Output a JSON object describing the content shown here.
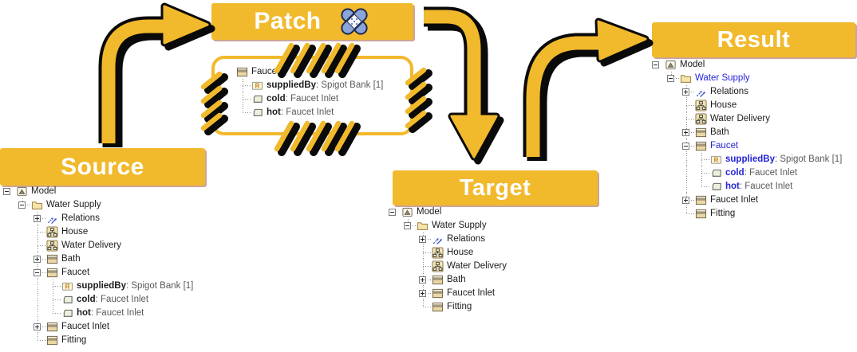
{
  "colors": {
    "gold": "#F1B92C",
    "change_blue": "#2424D8",
    "suffix_gray": "#5a5a5a",
    "banner_text": "#ffffff",
    "bandaid_blue": "#8CA5D8"
  },
  "banners": {
    "source": "Source",
    "patch": "Patch",
    "target": "Target",
    "result": "Result"
  },
  "trees": {
    "patch": {
      "rows": [
        {
          "label": "Faucet",
          "suffix": "",
          "icon": "class",
          "expand": "none",
          "conn": "none",
          "guides": [],
          "bold": false,
          "blue": false
        },
        {
          "label": "suppliedBy",
          "suffix": " : Spigot Bank [1]",
          "icon": "ref",
          "expand": "none",
          "conn": "mid",
          "guides": [],
          "bold": true,
          "blue": false
        },
        {
          "label": "cold",
          "suffix": " : Faucet Inlet",
          "icon": "attr",
          "expand": "none",
          "conn": "mid",
          "guides": [],
          "bold": true,
          "blue": false
        },
        {
          "label": "hot",
          "suffix": " : Faucet Inlet",
          "icon": "attr",
          "expand": "none",
          "conn": "last",
          "guides": [],
          "bold": true,
          "blue": false
        }
      ]
    },
    "source": {
      "rows": [
        {
          "label": "Model",
          "suffix": "",
          "icon": "model",
          "expand": "minus",
          "conn": "root",
          "guides": [],
          "bold": false,
          "blue": false
        },
        {
          "label": "Water Supply",
          "suffix": "",
          "icon": "folder",
          "expand": "minus",
          "conn": "last",
          "guides": [
            "b"
          ],
          "bold": false,
          "blue": false
        },
        {
          "label": "Relations",
          "suffix": "",
          "icon": "relations",
          "expand": "plus",
          "conn": "mid",
          "guides": [
            "b",
            "b"
          ],
          "bold": false,
          "blue": false
        },
        {
          "label": "House",
          "suffix": "",
          "icon": "node",
          "expand": "none",
          "conn": "mid",
          "guides": [
            "b",
            "b"
          ],
          "bold": false,
          "blue": false
        },
        {
          "label": "Water Delivery",
          "suffix": "",
          "icon": "node",
          "expand": "none",
          "conn": "mid",
          "guides": [
            "b",
            "b"
          ],
          "bold": false,
          "blue": false
        },
        {
          "label": "Bath",
          "suffix": "",
          "icon": "class",
          "expand": "plus",
          "conn": "mid",
          "guides": [
            "b",
            "b"
          ],
          "bold": false,
          "blue": false
        },
        {
          "label": "Faucet",
          "suffix": "",
          "icon": "class",
          "expand": "minus",
          "conn": "mid",
          "guides": [
            "b",
            "b"
          ],
          "bold": false,
          "blue": false
        },
        {
          "label": "suppliedBy",
          "suffix": " : Spigot Bank [1]",
          "icon": "ref",
          "expand": "none",
          "conn": "mid",
          "guides": [
            "b",
            "b",
            "v"
          ],
          "bold": true,
          "blue": false
        },
        {
          "label": "cold",
          "suffix": " : Faucet Inlet",
          "icon": "attr",
          "expand": "none",
          "conn": "mid",
          "guides": [
            "b",
            "b",
            "v"
          ],
          "bold": true,
          "blue": false
        },
        {
          "label": "hot",
          "suffix": " : Faucet Inlet",
          "icon": "attr",
          "expand": "none",
          "conn": "last",
          "guides": [
            "b",
            "b",
            "v"
          ],
          "bold": true,
          "blue": false
        },
        {
          "label": "Faucet Inlet",
          "suffix": "",
          "icon": "class",
          "expand": "plus",
          "conn": "mid",
          "guides": [
            "b",
            "b"
          ],
          "bold": false,
          "blue": false
        },
        {
          "label": "Fitting",
          "suffix": "",
          "icon": "class",
          "expand": "none",
          "conn": "last",
          "guides": [
            "b",
            "b"
          ],
          "bold": false,
          "blue": false
        }
      ]
    },
    "target": {
      "rows": [
        {
          "label": "Model",
          "suffix": "",
          "icon": "model",
          "expand": "minus",
          "conn": "root",
          "guides": [],
          "bold": false,
          "blue": false
        },
        {
          "label": "Water Supply",
          "suffix": "",
          "icon": "folder",
          "expand": "minus",
          "conn": "last",
          "guides": [
            "b"
          ],
          "bold": false,
          "blue": false
        },
        {
          "label": "Relations",
          "suffix": "",
          "icon": "relations",
          "expand": "plus",
          "conn": "mid",
          "guides": [
            "b",
            "b"
          ],
          "bold": false,
          "blue": false
        },
        {
          "label": "House",
          "suffix": "",
          "icon": "node",
          "expand": "none",
          "conn": "mid",
          "guides": [
            "b",
            "b"
          ],
          "bold": false,
          "blue": false
        },
        {
          "label": "Water Delivery",
          "suffix": "",
          "icon": "node",
          "expand": "none",
          "conn": "mid",
          "guides": [
            "b",
            "b"
          ],
          "bold": false,
          "blue": false
        },
        {
          "label": "Bath",
          "suffix": "",
          "icon": "class",
          "expand": "plus",
          "conn": "mid",
          "guides": [
            "b",
            "b"
          ],
          "bold": false,
          "blue": false
        },
        {
          "label": "Faucet Inlet",
          "suffix": "",
          "icon": "class",
          "expand": "plus",
          "conn": "mid",
          "guides": [
            "b",
            "b"
          ],
          "bold": false,
          "blue": false
        },
        {
          "label": "Fitting",
          "suffix": "",
          "icon": "class",
          "expand": "none",
          "conn": "last",
          "guides": [
            "b",
            "b"
          ],
          "bold": false,
          "blue": false
        }
      ]
    },
    "result": {
      "rows": [
        {
          "label": "Model",
          "suffix": "",
          "icon": "model",
          "expand": "minus",
          "conn": "root",
          "guides": [],
          "bold": false,
          "blue": false
        },
        {
          "label": "Water Supply",
          "suffix": "",
          "icon": "folder",
          "expand": "minus",
          "conn": "last",
          "guides": [
            "b"
          ],
          "bold": false,
          "blue": true
        },
        {
          "label": "Relations",
          "suffix": "",
          "icon": "relations",
          "expand": "plus",
          "conn": "mid",
          "guides": [
            "b",
            "b"
          ],
          "bold": false,
          "blue": false
        },
        {
          "label": "House",
          "suffix": "",
          "icon": "node",
          "expand": "none",
          "conn": "mid",
          "guides": [
            "b",
            "b"
          ],
          "bold": false,
          "blue": false
        },
        {
          "label": "Water Delivery",
          "suffix": "",
          "icon": "node",
          "expand": "none",
          "conn": "mid",
          "guides": [
            "b",
            "b"
          ],
          "bold": false,
          "blue": false
        },
        {
          "label": "Bath",
          "suffix": "",
          "icon": "class",
          "expand": "plus",
          "conn": "mid",
          "guides": [
            "b",
            "b"
          ],
          "bold": false,
          "blue": false
        },
        {
          "label": "Faucet",
          "suffix": "",
          "icon": "class",
          "expand": "minus",
          "conn": "mid",
          "guides": [
            "b",
            "b"
          ],
          "bold": false,
          "blue": true
        },
        {
          "label": "suppliedBy",
          "suffix": " : Spigot Bank [1]",
          "icon": "ref",
          "expand": "none",
          "conn": "mid",
          "guides": [
            "b",
            "b",
            "v"
          ],
          "bold": true,
          "blue": true
        },
        {
          "label": "cold",
          "suffix": " : Faucet Inlet",
          "icon": "attr",
          "expand": "none",
          "conn": "mid",
          "guides": [
            "b",
            "b",
            "v"
          ],
          "bold": true,
          "blue": true
        },
        {
          "label": "hot",
          "suffix": " : Faucet Inlet",
          "icon": "attr",
          "expand": "none",
          "conn": "last",
          "guides": [
            "b",
            "b",
            "v"
          ],
          "bold": true,
          "blue": true
        },
        {
          "label": "Faucet Inlet",
          "suffix": "",
          "icon": "class",
          "expand": "plus",
          "conn": "mid",
          "guides": [
            "b",
            "b"
          ],
          "bold": false,
          "blue": false
        },
        {
          "label": "Fitting",
          "suffix": "",
          "icon": "class",
          "expand": "none",
          "conn": "last",
          "guides": [
            "b",
            "b"
          ],
          "bold": false,
          "blue": false
        }
      ]
    }
  }
}
